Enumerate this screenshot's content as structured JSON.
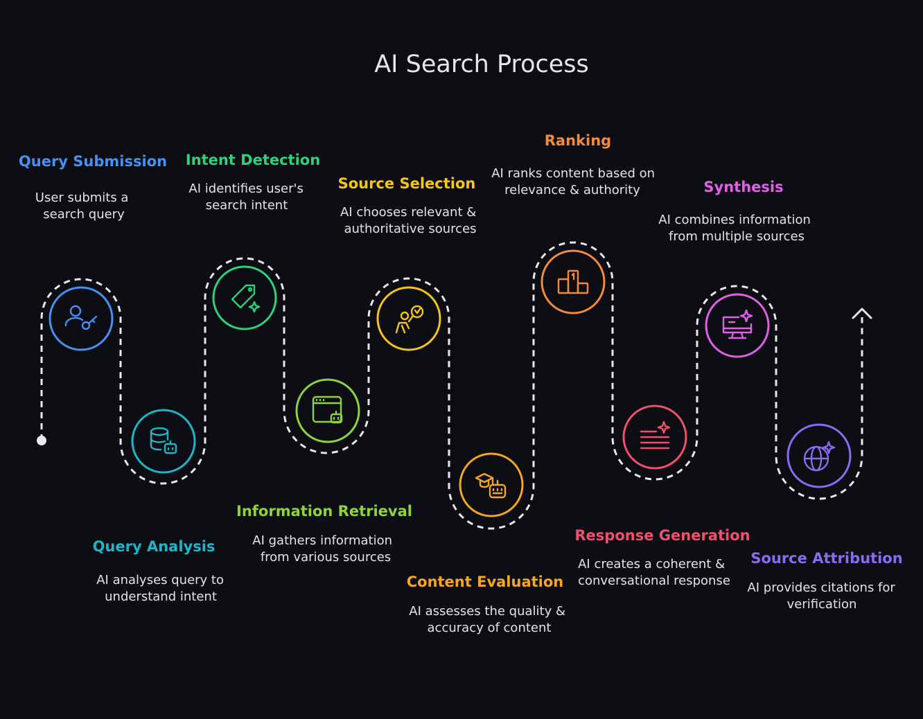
{
  "title": "AI Search Process",
  "steps": [
    {
      "id": "query-submission",
      "title": "Query Submission",
      "desc": [
        "User submits a",
        "search query"
      ],
      "color": "#4a90f0",
      "icon": "user-key-icon"
    },
    {
      "id": "query-analysis",
      "title": "Query Analysis",
      "desc": [
        "AI analyses query to",
        "understand intent"
      ],
      "color": "#1fb5c8",
      "icon": "database-robot-icon"
    },
    {
      "id": "intent-detection",
      "title": "Intent Detection",
      "desc": [
        "AI identifies user's",
        "search intent"
      ],
      "color": "#2fd17a",
      "icon": "tag-sparkle-icon"
    },
    {
      "id": "information-retrieval",
      "title": "Information Retrieval",
      "desc": [
        "AI gathers information",
        "from various sources"
      ],
      "color": "#8fd43a",
      "icon": "browser-robot-icon"
    },
    {
      "id": "source-selection",
      "title": "Source Selection",
      "desc": [
        "AI chooses relevant &",
        "authoritative sources"
      ],
      "color": "#f5c518",
      "icon": "person-selection-icon"
    },
    {
      "id": "content-evaluation",
      "title": "Content Evaluation",
      "desc": [
        "AI assesses the quality &",
        "accuracy of content"
      ],
      "color": "#f5a623",
      "icon": "graduation-robot-icon"
    },
    {
      "id": "ranking",
      "title": "Ranking",
      "desc": [
        "AI ranks content based on",
        "relevance & authority"
      ],
      "color": "#f58a3a",
      "icon": "podium-icon"
    },
    {
      "id": "response-generation",
      "title": "Response Generation",
      "desc": [
        "AI creates a coherent &",
        "conversational response"
      ],
      "color": "#f0506e",
      "icon": "text-sparkle-icon"
    },
    {
      "id": "synthesis",
      "title": "Synthesis",
      "desc": [
        "AI combines information",
        "from multiple sources"
      ],
      "color": "#e060e8",
      "icon": "monitor-sparkle-icon"
    },
    {
      "id": "source-attribution",
      "title": "Source Attribution",
      "desc": [
        "AI provides citations for",
        "verification"
      ],
      "color": "#8a6cf0",
      "icon": "globe-sparkle-icon"
    }
  ]
}
